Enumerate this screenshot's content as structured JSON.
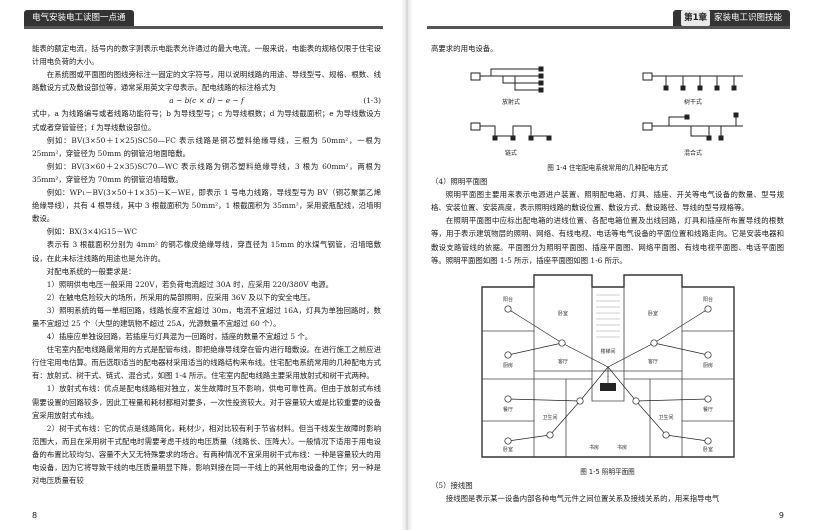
{
  "left": {
    "header": {
      "text": "电气安装电工读图一点通"
    },
    "paragraphs": [
      "能表的额定电流，括号内的数字则表示电能表允许通过的最大电流。一般来说，电能表的规格仅限于住宅设计用电负荷的大小。",
      "在系统图或平面图的图线旁标注一固定的文字符号，用以说明线路的用途、导线型号、规格、根数、线路敷设方式及敷设部位等，通常采用英文字母表示。配电线路的标注格式为"
    ],
    "formula": {
      "expr": "a − b(c × d) − e − f",
      "num": "(1-3)"
    },
    "paragraphs2": [
      "式中，a 为线路编号或者线路功能符号；b 为导线型号；c 为导线根数；d 为导线截面积；e 为导线敷设方式或者穿管管径；f 为导线敷设部位。",
      "例如：BV(3×50＋1×25)SC50—FC 表示线路是铜芯塑料绝缘导线，三根为 50mm²，一根为 25mm²，穿管径为 50mm 的钢管沿地面暗敷。",
      "例如：BV(3×60＋2×35)SC70—WC 表示线路为铜芯塑料绝缘导线，3 根为 60mm²，两根为 35mm²，穿管径为 70mm 的钢管沿墙暗敷。",
      "例如：WP₁－BV(3×50＋1×35)－K－WE，即表示 1 号电力线路，导线型号为 BV（铜芯聚氯乙烯绝缘导线），共有 4 根导线，其中 3 根截面积为 50mm²，1 根截面积为 35mm²，采用瓷瓶配线，沿墙明敷设。",
      "例如：BX(3×4)G15－WC",
      "表示有 3 根截面积分别为 4mm² 的铜芯橡皮绝缘导线，穿直径为 15mm 的水煤气钢管，沿墙暗敷设，在此未标注线路的用途也是允许的。",
      "对配电系统的一般要求是：",
      "1）照明供电电压一般采用 220V，若负荷电流超过 30A 时，应采用 220/380V 电源。",
      "2）在触电危险较大的场所，所采用的局部照明，应采用 36V 及以下的安全电压。",
      "3）照明系统的每一单相回路，线路长度不宜超过 30m，电流不宜超过 16A，灯具为单独回路时，数量不宜超过 25 个（大型的建筑物不超过 25A，光源数量不宜超过 60 个）。",
      "4）插座应单独设回路，若插座与灯具混为一回路时，插座的数量不宜超过 5 个。",
      "住宅室内配电线路最常用的方式是配管布线，即把绝缘导线穿在管内进行暗敷设。在进行施工之前应进行住宅用电估算。而后选取适当的配电器材采用适当的线路结构来布线。住宅配电系统常用的几种配电方式有：放射式、树干式、链式、混合式，如图 1-4 所示。住宅室内配电线路主要采用放射式和树干式两种。",
      "1）放射式布线：优点是配电线路相对独立，发生故障时互不影响，供电可靠性高。但由于放射式布线需要设置的回路较多，因此工程量和耗材都相对要多，一次性投资较大。对于容量较大或是比较重要的设备宜采用放射式布线。",
      "2）树干式布线：它的优点是线路简化，耗材少，相对比较有利于节省材料。但当干线发生故障时影响范围大，而且在采用树干式配电时需要考虑干线的电压质量（线路长、压降大）。一般情况下适用于用电设备的布置比较均匀、容量不大又无特殊要求的场合。有两种情况不宜采用树干式布线：一种是容量较大的用电设备，因为它将导致干线的电压质量明显下降，影响到接在同一干线上的其他用电设备的工作；另一种是对电压质量有较"
    ],
    "page_no": "8"
  },
  "right": {
    "header": {
      "chip": "第1章",
      "text": "家装电工识图技能"
    },
    "intro": "高要求的用电设备。",
    "fig14": {
      "labels": {
        "radial": "放射式",
        "trunk": "树干式",
        "chain": "链式",
        "mixed": "混合式"
      },
      "caption": "图 1-4  住宅配电系统常用的几种配电方式"
    },
    "section4": "（4）照明平面图",
    "paras": [
      "照明平面图主要用来表示电源进户装置、照明配电箱、灯具、插座、开关等电气设备的数量、型号规格、安装位置、安装高度，表示照明线路的敷设位置、敷设方式、敷设路径、导线的型号规格等。",
      "在照明平面图中应标出配电箱的进线位置、各配电箱位置及出线回路，灯具和插座所布置导线的根数等，用于表示建筑物层的照明、网络、有线电视、电话等电气设备的平面位置和线路走向。它是安装电器和敷设支路管线的依据。平面图分为照明平面图、插座平面图、网络平面图、有线电视平面图、电话平面图等。照明平面图如图 1-5 所示，插座平面图如图 1-6 所示。"
    ],
    "fig15": {
      "rooms": {
        "bed1": "卧室",
        "bed2": "卧室",
        "bed3": "卧室",
        "bed4": "卧室",
        "living1": "客厅",
        "living2": "客厅",
        "kitchen1": "厨房",
        "kitchen2": "厨房",
        "bath1": "卫生间",
        "bath2": "卫生间",
        "stair": "楼梯间",
        "dining1": "餐厅",
        "dining2": "餐厅",
        "balcony1": "阳台",
        "balcony2": "阳台",
        "study1": "书房",
        "study2": "书房"
      },
      "caption": "图 1-5  照明平面图"
    },
    "section5": "（5）接线图",
    "last": "接线图是表示某一设备内部各种电气元件之间位置关系及接线关系的，用来指导电气",
    "page_no": "9"
  }
}
